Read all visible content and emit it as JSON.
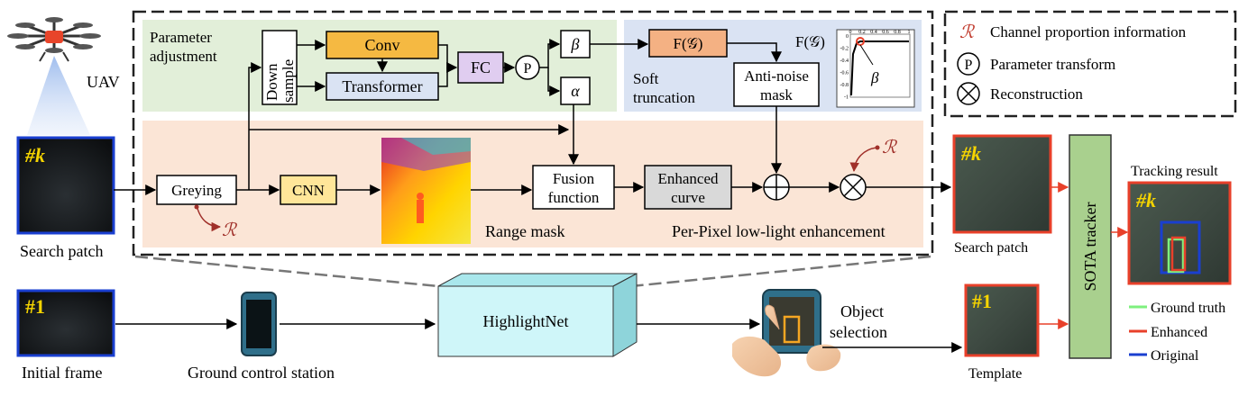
{
  "legend": {
    "symbols": {
      "r": "ℛ",
      "p": "P",
      "beta": "β",
      "alpha": "α"
    },
    "channel_proportion": "Channel proportion information",
    "parameter_transform": "Parameter transform",
    "reconstruction": "Reconstruction"
  },
  "uav": {
    "label": "UAV",
    "frame_index": "#k",
    "search_patch_label": "Search patch"
  },
  "initial": {
    "frame_index": "#1",
    "label": "Initial frame"
  },
  "ground": {
    "label": "Ground control station"
  },
  "highlightnet": {
    "label": "HighlightNet"
  },
  "param": {
    "title_line1": "Parameter",
    "title_line2": "adjustment",
    "down_line1": "Down",
    "down_line2": "sample",
    "conv": "Conv",
    "transformer": "Transformer",
    "fc": "FC"
  },
  "soft": {
    "title_line1": "Soft",
    "title_line2": "truncation",
    "fg_box": "F(𝒢)",
    "fg_label": "F(𝒢)",
    "antinoise_line1": "Anti-noise",
    "antinoise_line2": "mask",
    "ticks_x": [
      "0",
      "0.2",
      "0.4",
      "0.6",
      "0.8",
      "1"
    ],
    "ticks_y": [
      "0",
      "-0.2",
      "-0.4",
      "-0.6",
      "-0.8",
      "-1"
    ]
  },
  "perpixel": {
    "greying": "Greying",
    "cnn": "CNN",
    "range_mask": "Range mask",
    "fusion_line1": "Fusion",
    "fusion_line2": "function",
    "enhanced_line1": "Enhanced",
    "enhanced_line2": "curve",
    "title": "Per-Pixel low-light enhancement"
  },
  "right": {
    "search_index": "#k",
    "search_label": "Search patch",
    "template_index": "#1",
    "template_label": "Template",
    "object_line1": "Object",
    "object_line2": "selection",
    "tracker": "SOTA tracker",
    "tracking_title": "Tracking result",
    "tracking_index": "#k"
  },
  "tracking_legend": {
    "ground_truth": "Ground truth",
    "enhanced": "Enhanced",
    "original": "Original"
  },
  "colors": {
    "param_bg": "#e2efd9",
    "soft_bg": "#dae3f3",
    "perpixel_bg": "#fbe5d6",
    "conv": "#f5b942",
    "transformer": "#dae3f3",
    "fc": "#e0cdf0",
    "fg": "#f4b183",
    "cnn": "#ffe699",
    "enhanced_curve": "#d9d9d9",
    "highlightnet": "#cff6f9",
    "tracker": "#a9d08e",
    "ground_truth": "#7ef07e",
    "enhanced": "#e8402a",
    "original": "#1a3fd0",
    "symbol_red": "#c0392b"
  }
}
